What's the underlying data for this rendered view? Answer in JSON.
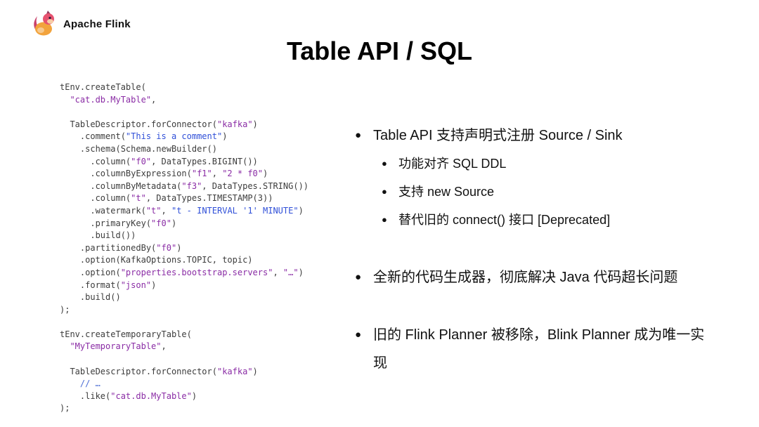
{
  "header": {
    "brand": "Apache Flink",
    "logo_icon": "flink-squirrel",
    "title": "Table API / SQL"
  },
  "code": {
    "lines": [
      [
        {
          "s": "plain",
          "t": "tEnv.createTable("
        }
      ],
      [
        {
          "s": "plain",
          "t": "  "
        },
        {
          "s": "str",
          "t": "\"cat.db.MyTable\""
        },
        {
          "s": "plain",
          "t": ","
        }
      ],
      [],
      [
        {
          "s": "plain",
          "t": "  TableDescriptor.forConnector("
        },
        {
          "s": "str",
          "t": "\"kafka\""
        },
        {
          "s": "plain",
          "t": ")"
        }
      ],
      [
        {
          "s": "plain",
          "t": "    .comment("
        },
        {
          "s": "blue",
          "t": "\"This is a comment\""
        },
        {
          "s": "plain",
          "t": ")"
        }
      ],
      [
        {
          "s": "plain",
          "t": "    .schema(Schema.newBuilder()"
        }
      ],
      [
        {
          "s": "plain",
          "t": "      .column("
        },
        {
          "s": "str",
          "t": "\"f0\""
        },
        {
          "s": "plain",
          "t": ", DataTypes.BIGINT())"
        }
      ],
      [
        {
          "s": "plain",
          "t": "      .columnByExpression("
        },
        {
          "s": "str",
          "t": "\"f1\""
        },
        {
          "s": "plain",
          "t": ", "
        },
        {
          "s": "str",
          "t": "\"2 * f0\""
        },
        {
          "s": "plain",
          "t": ")"
        }
      ],
      [
        {
          "s": "plain",
          "t": "      .columnByMetadata("
        },
        {
          "s": "str",
          "t": "\"f3\""
        },
        {
          "s": "plain",
          "t": ", DataTypes.STRING())"
        }
      ],
      [
        {
          "s": "plain",
          "t": "      .column("
        },
        {
          "s": "str",
          "t": "\"t\""
        },
        {
          "s": "plain",
          "t": ", DataTypes.TIMESTAMP(3))"
        }
      ],
      [
        {
          "s": "plain",
          "t": "      .watermark("
        },
        {
          "s": "str",
          "t": "\"t\""
        },
        {
          "s": "plain",
          "t": ", "
        },
        {
          "s": "blue",
          "t": "\"t - INTERVAL '1' MINUTE\""
        },
        {
          "s": "plain",
          "t": ")"
        }
      ],
      [
        {
          "s": "plain",
          "t": "      .primaryKey("
        },
        {
          "s": "str",
          "t": "\"f0\""
        },
        {
          "s": "plain",
          "t": ")"
        }
      ],
      [
        {
          "s": "plain",
          "t": "      .build())"
        }
      ],
      [
        {
          "s": "plain",
          "t": "    .partitionedBy("
        },
        {
          "s": "str",
          "t": "\"f0\""
        },
        {
          "s": "plain",
          "t": ")"
        }
      ],
      [
        {
          "s": "plain",
          "t": "    .option(KafkaOptions.TOPIC, topic)"
        }
      ],
      [
        {
          "s": "plain",
          "t": "    .option("
        },
        {
          "s": "str",
          "t": "\"properties.bootstrap.servers\""
        },
        {
          "s": "plain",
          "t": ", "
        },
        {
          "s": "str",
          "t": "\"…\""
        },
        {
          "s": "plain",
          "t": ")"
        }
      ],
      [
        {
          "s": "plain",
          "t": "    .format("
        },
        {
          "s": "str",
          "t": "\"json\""
        },
        {
          "s": "plain",
          "t": ")"
        }
      ],
      [
        {
          "s": "plain",
          "t": "    .build()"
        }
      ],
      [
        {
          "s": "plain",
          "t": ");"
        }
      ],
      [],
      [
        {
          "s": "plain",
          "t": "tEnv.createTemporaryTable("
        }
      ],
      [
        {
          "s": "plain",
          "t": "  "
        },
        {
          "s": "str",
          "t": "\"MyTemporaryTable\""
        },
        {
          "s": "plain",
          "t": ","
        }
      ],
      [],
      [
        {
          "s": "plain",
          "t": "  TableDescriptor.forConnector("
        },
        {
          "s": "str",
          "t": "\"kafka\""
        },
        {
          "s": "plain",
          "t": ")"
        }
      ],
      [
        {
          "s": "comment",
          "t": "    // …"
        }
      ],
      [
        {
          "s": "plain",
          "t": "    .like("
        },
        {
          "s": "str",
          "t": "\"cat.db.MyTable\""
        },
        {
          "s": "plain",
          "t": ")"
        }
      ],
      [
        {
          "s": "plain",
          "t": ");"
        }
      ]
    ]
  },
  "bullets": [
    {
      "level": 1,
      "text": "Table API 支持声明式注册 Source / Sink"
    },
    {
      "level": 2,
      "text": "功能对齐 SQL DDL"
    },
    {
      "level": 2,
      "text": "支持 new Source"
    },
    {
      "level": 2,
      "text": "替代旧的 connect() 接口 [Deprecated]"
    },
    {
      "level": 1,
      "text": "全新的代码生成器，彻底解决 Java 代码超长问题"
    },
    {
      "level": 1,
      "text": "旧的 Flink Planner 被移除，Blink Planner 成为唯一实现"
    }
  ],
  "colors": {
    "string_token": "#8a2ca5",
    "blue_token": "#2f4fd8",
    "code_plain": "#3c3c3c",
    "logo_body": "#f2a33c",
    "logo_head": "#e6526f"
  }
}
